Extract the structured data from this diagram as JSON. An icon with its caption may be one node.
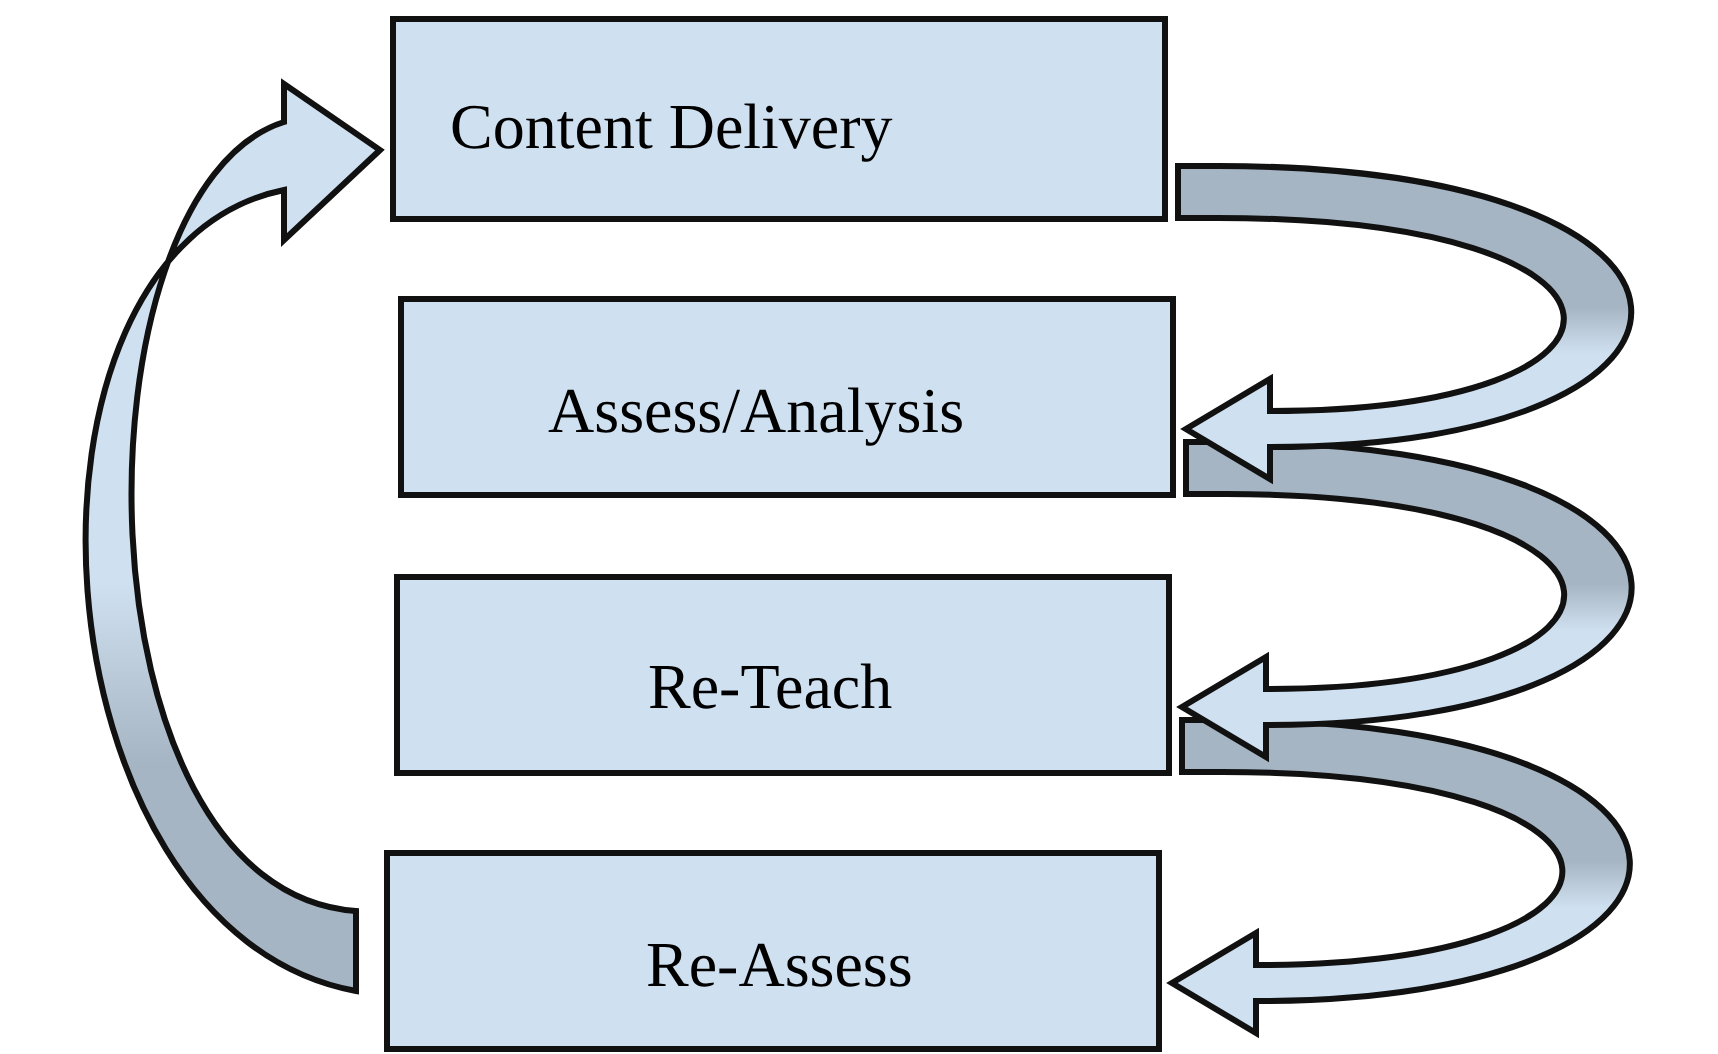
{
  "diagram": {
    "nodes": [
      {
        "text": [
          "Content Delivery"
        ]
      },
      {
        "text": [
          "Assess/Analysis"
        ]
      },
      {
        "text": [
          "Re-Teach"
        ]
      },
      {
        "text": [
          "Re-Assess"
        ]
      }
    ],
    "edges": [
      {
        "from": 0,
        "to": 1,
        "arrow": "to"
      },
      {
        "from": 1,
        "to": 2,
        "arrow": "to"
      },
      {
        "from": 2,
        "to": 3,
        "arrow": "to"
      },
      {
        "from": 3,
        "to": 0,
        "arrow": "to"
      }
    ]
  }
}
